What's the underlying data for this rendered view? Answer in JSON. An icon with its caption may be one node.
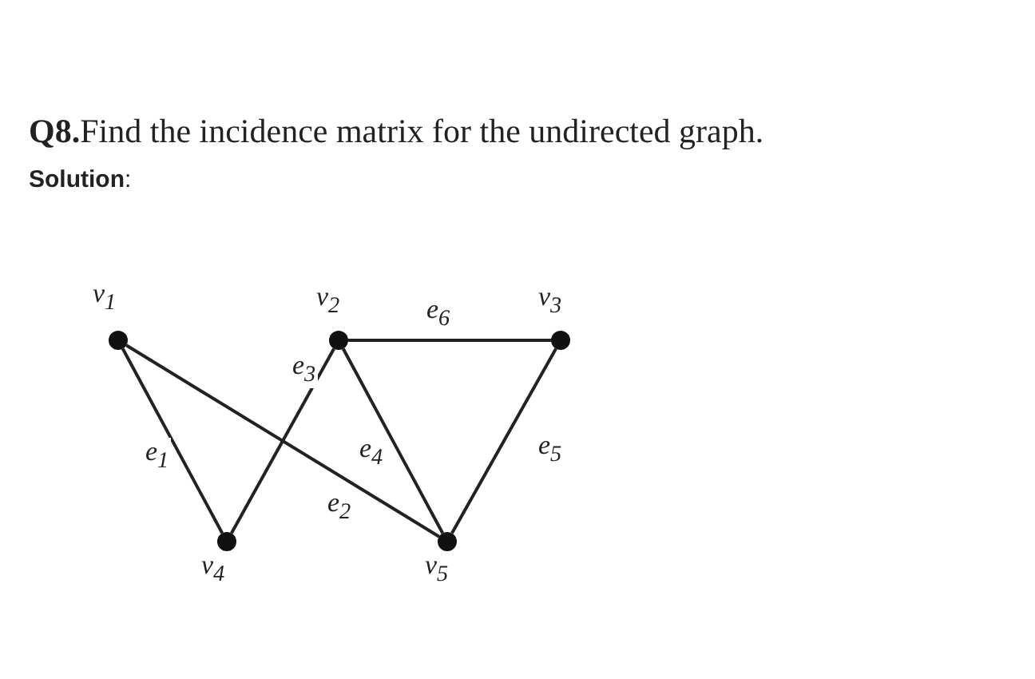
{
  "diagram": {
    "title": "**Q8.**Find the incidence matrix for the undirected graph.",
    "nodes": [
      {
        "text": [],
        "shape": "circle",
        "beside": [
          "v$_{1}$"
        ]
      },
      {
        "text": [],
        "shape": "circle",
        "beside": [
          "v$_{2}$"
        ]
      },
      {
        "text": [],
        "shape": "circle",
        "beside": [
          "v$_{3}$"
        ]
      },
      {
        "text": [],
        "shape": "circle",
        "beside": [
          "v$_{4}$"
        ]
      },
      {
        "text": [],
        "shape": "circle",
        "beside": [
          "v$_{5}$"
        ]
      }
    ],
    "edges": [
      {
        "from": 0,
        "to": 3,
        "arrow": "none",
        "label": "e$_{1}$"
      },
      {
        "from": 0,
        "to": 4,
        "arrow": "none",
        "label": "e$_{2}$"
      },
      {
        "from": 1,
        "to": 3,
        "arrow": "none",
        "label": "e$_{3}$"
      },
      {
        "from": 1,
        "to": 4,
        "arrow": "none",
        "label": "e$_{4}$"
      },
      {
        "from": 2,
        "to": 4,
        "arrow": "none",
        "label": "e$_{5}$"
      },
      {
        "from": 1,
        "to": 2,
        "arrow": "none",
        "label": "e$_{6}$"
      }
    ],
    "labels": [
      "**Solution**:"
    ]
  }
}
